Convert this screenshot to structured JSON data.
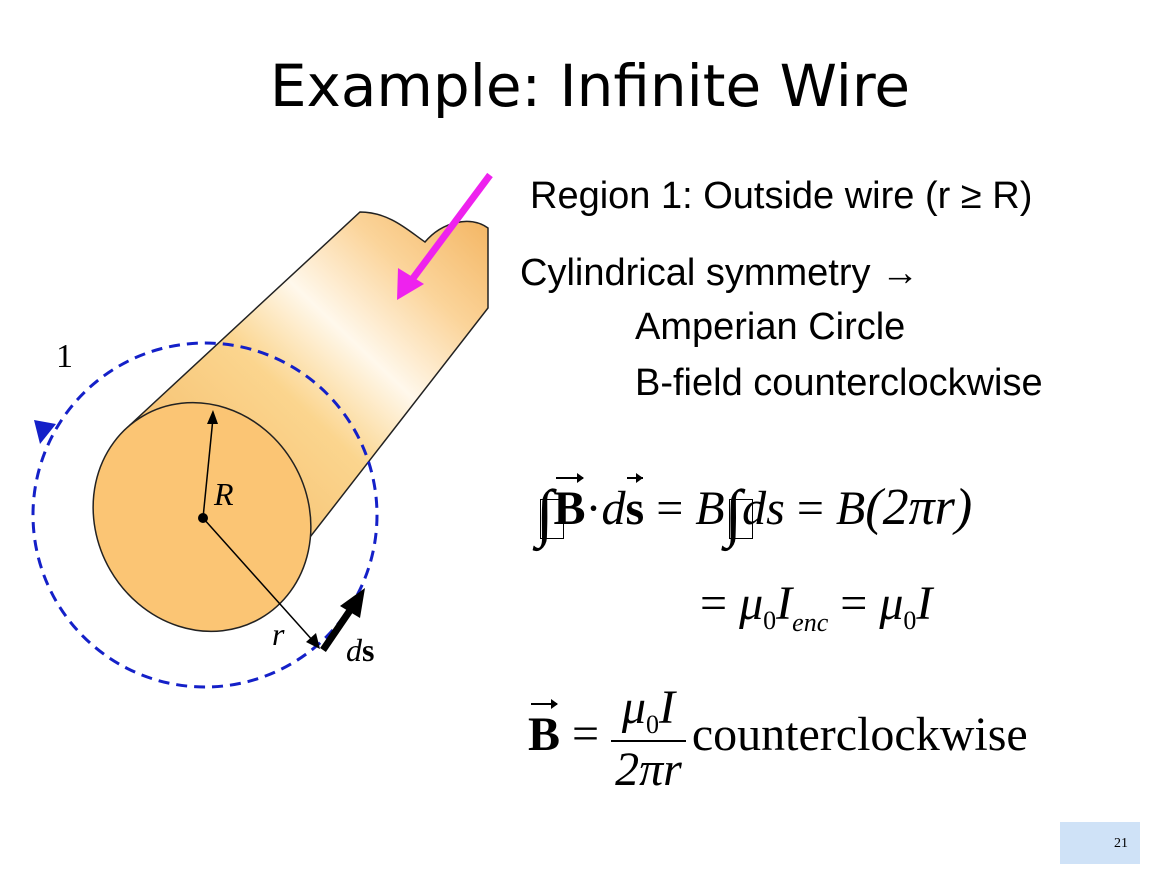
{
  "slide": {
    "title": "Example: Infinite Wire",
    "page_number": "21"
  },
  "diagram": {
    "region_label": "1",
    "radius_label": "R",
    "distance_label": "r",
    "ds_label_d": "d",
    "ds_label_s": "s",
    "colors": {
      "wire": "#fbc574",
      "amperian_circle": "#1420c8",
      "current_arrow": "#ee22ee"
    }
  },
  "text": {
    "region": "Region 1: Outside wire (r ≥ R)",
    "symmetry": "Cylindrical symmetry →",
    "circle": "Amperian Circle",
    "field": "B-field counterclockwise"
  },
  "equations": {
    "B": "B",
    "dot": "·",
    "d": "d",
    "s": "s",
    "eq1": " = ",
    "B2": "B",
    "ds": "ds",
    "eq2": " = ",
    "B3": "B",
    "two_pi_r": "(2πr)",
    "eq3": "= ",
    "mu": "μ",
    "zero": "0",
    "I": "I",
    "enc": "enc",
    "eq4": " = ",
    "mu2": "μ",
    "zero2": "0",
    "I2": "I",
    "result_B": "B",
    "result_eq": " = ",
    "num_mu": "μ",
    "num_zero": "0",
    "num_I": "I",
    "den": "2πr",
    "direction": "counterclockwise"
  }
}
